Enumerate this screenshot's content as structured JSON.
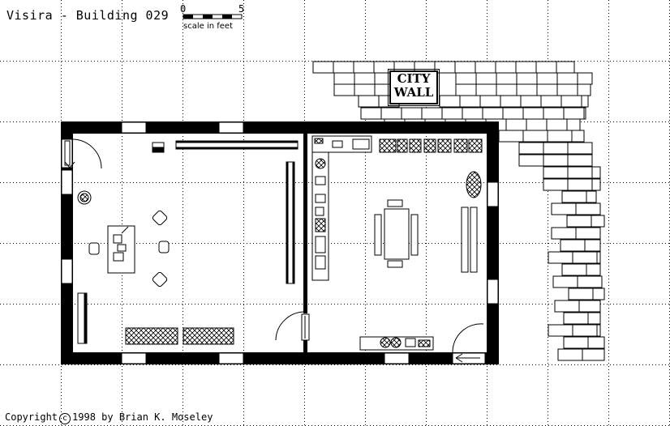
{
  "map": {
    "title": "Visira - Building 029",
    "scale": {
      "start": "0",
      "end": "5",
      "unit_label": "scale in feet"
    },
    "sign": {
      "line1": "CITY",
      "line2": "WALL"
    },
    "copyright": {
      "prefix": "Copyright",
      "symbol": "c",
      "suffix": "1998 by Brian K. Moseley"
    },
    "colors": {
      "ink": "#000000",
      "background": "#ffffff",
      "grid": "#000000"
    },
    "rooms": [
      {
        "name": "west room",
        "features": [
          "door",
          "round-table",
          "rug",
          "chairs",
          "desk-with-papers",
          "bench",
          "railing",
          "rack",
          "cabinets"
        ]
      },
      {
        "name": "east room",
        "features": [
          "shelves",
          "crates",
          "long-table",
          "benches",
          "barrel",
          "counter",
          "door"
        ]
      }
    ]
  }
}
